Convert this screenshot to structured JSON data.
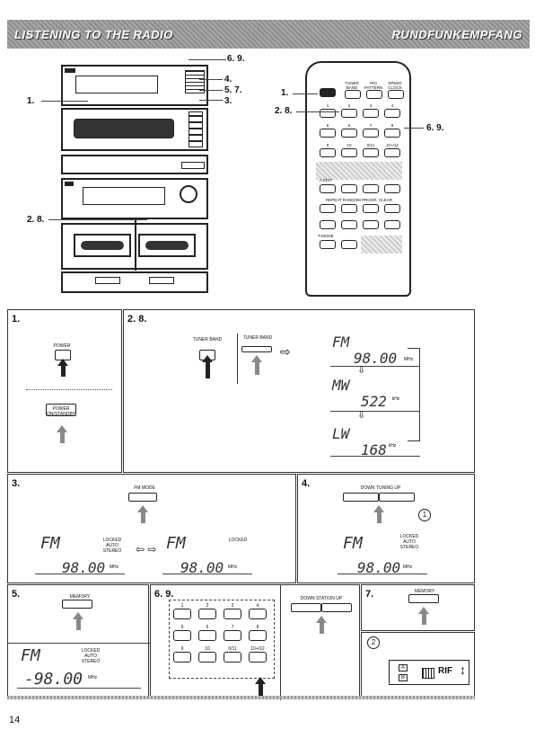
{
  "header": {
    "left_title": "LISTENING TO THE RADIO",
    "right_title": "RUNDFUNKEMPFANG"
  },
  "callouts": {
    "s_69": "6. 9.",
    "s_4": "4.",
    "s_57": "5. 7.",
    "s_3": "3.",
    "s_1": "1.",
    "s_28": "2. 8.",
    "r_1": "1.",
    "r_28": "2. 8.",
    "r_69": "6. 9."
  },
  "remote": {
    "tuner_band": "TUNER BAND",
    "pd_pattern": "PDI PATTERN",
    "speed_clock": "SPEED CLOCK",
    "keys": [
      "1",
      "2",
      "3",
      "4",
      "5",
      "6",
      "7",
      "8",
      "9",
      "10",
      "0/11",
      "10+/12"
    ],
    "ajust": "A.EDIT",
    "repeat_row": "REPEAT RANDOM PROGR. CLEAR",
    "pmode": "P.MODE"
  },
  "panel1": {
    "num": "1.",
    "power_label": "POWER",
    "power_onoff": "POWER ON/STANDBY"
  },
  "panel28": {
    "num": "2. 8.",
    "tuner_band": "TUNER BAND",
    "tuner_band2": "TUNER BAND",
    "arrow": "⇨",
    "fm": "FM",
    "fm_freq": "98.00",
    "fm_unit": "MHz",
    "mw": "MW",
    "mw_freq": "522",
    "mw_unit": "kHz",
    "lw": "LW",
    "lw_freq": "168",
    "lw_unit": "kHz",
    "down": "⇩"
  },
  "panel3": {
    "num": "3.",
    "btn": "FM MODE",
    "fm": "FM",
    "locked": "LOCKED",
    "auto": "AUTO",
    "stereo": "STEREO",
    "freq": "98.00",
    "unit": "MHz",
    "locked2": "LOCKED",
    "arrows": "⇦ ⇨"
  },
  "panel4": {
    "num": "4.",
    "btn": "DOWN TUNING UP",
    "circ": "1",
    "fm": "FM",
    "locked": "LOCKED",
    "auto": "AUTO",
    "stereo": "STEREO",
    "freq": "98.00",
    "unit": "MHz"
  },
  "panel5": {
    "num": "5.",
    "btn": "MEMORY",
    "fm": "FM",
    "locked": "LOCKED",
    "auto": "AUTO",
    "stereo": "STEREO",
    "freq": "-98.00",
    "unit": "MHz"
  },
  "panel69": {
    "num": "6. 9.",
    "keys": [
      "1",
      "2",
      "3",
      "4",
      "5",
      "6",
      "7",
      "8",
      "9",
      "10",
      "0/11",
      "10+/12"
    ]
  },
  "panelstation": {
    "btn": "DOWN STATION UP"
  },
  "panel7": {
    "num": "7.",
    "btn": "MEMORY",
    "circ": "2",
    "a": "A",
    "b": "B",
    "rif": "RIF"
  },
  "page_number": "14"
}
